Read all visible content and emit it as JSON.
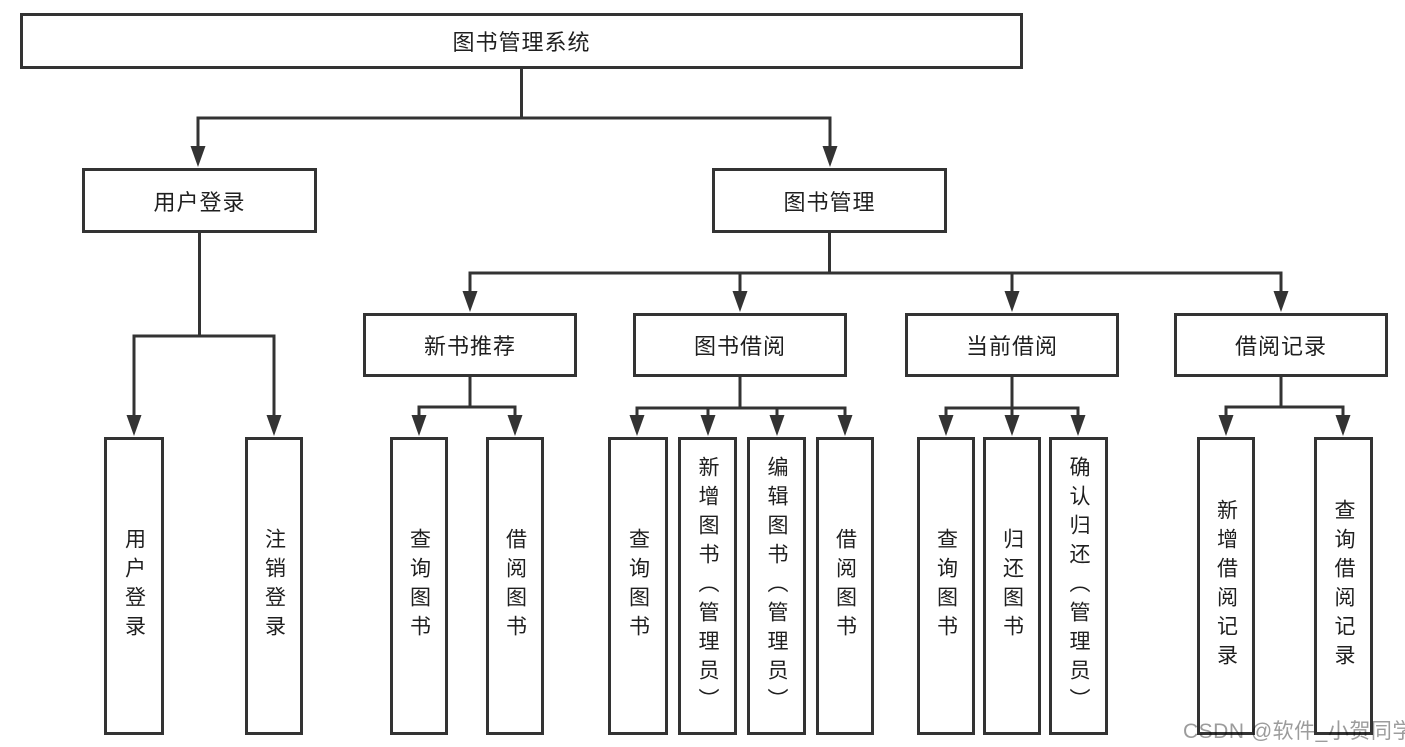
{
  "root": {
    "label": "图书管理系统"
  },
  "level2": [
    {
      "label": "用户登录"
    },
    {
      "label": "图书管理"
    }
  ],
  "level3": [
    {
      "label": "新书推荐"
    },
    {
      "label": "图书借阅"
    },
    {
      "label": "当前借阅"
    },
    {
      "label": "借阅记录"
    }
  ],
  "leaf_groups": [
    {
      "leaves": [
        {
          "label": "用户登录"
        },
        {
          "label": "注销登录"
        }
      ]
    },
    {
      "leaves": [
        {
          "label": "查询图书"
        },
        {
          "label": "借阅图书"
        }
      ]
    },
    {
      "leaves": [
        {
          "label": "查询图书"
        },
        {
          "label": "新增图书（管理员）"
        },
        {
          "label": "编辑图书（管理员）"
        },
        {
          "label": "借阅图书"
        }
      ]
    },
    {
      "leaves": [
        {
          "label": "查询图书"
        },
        {
          "label": "归还图书"
        },
        {
          "label": "确认归还（管理员）"
        }
      ]
    },
    {
      "leaves": [
        {
          "label": "新增借阅记录"
        },
        {
          "label": "查询借阅记录"
        }
      ]
    }
  ],
  "watermark": {
    "text": "CSDN @软件_小贺同学"
  },
  "colors": {
    "line": "#333333",
    "box_border": "#333333",
    "text": "#1f1f1f",
    "background": "#ffffff",
    "watermark": "#9c9c9c"
  }
}
